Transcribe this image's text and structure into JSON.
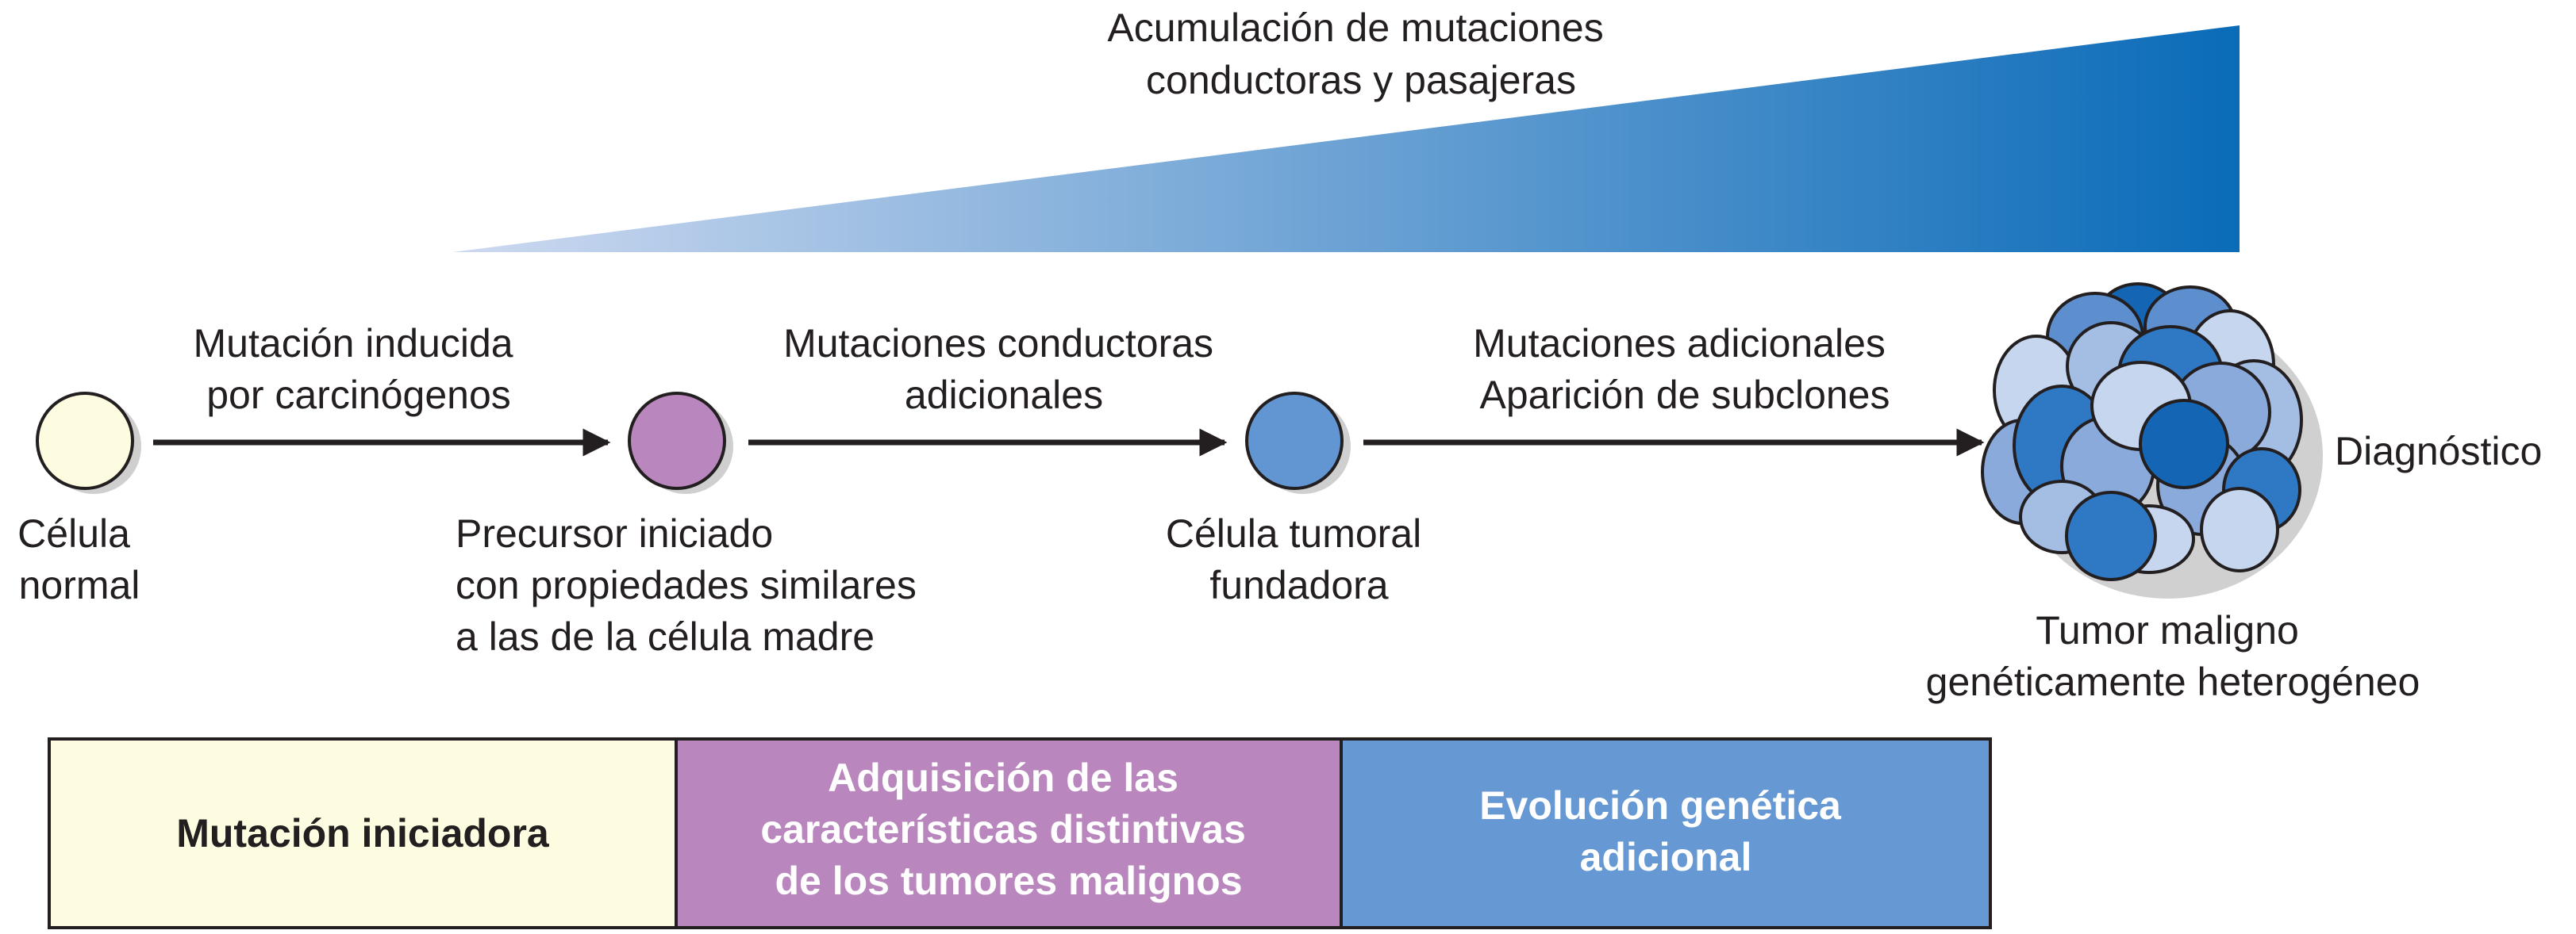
{
  "top_label": [
    "Acumulación de mutaciones",
    "conductoras y pasajeras"
  ],
  "arrows": [
    {
      "label": [
        "Mutación inducida",
        "por carcinógenos"
      ]
    },
    {
      "label": [
        "Mutaciones conductoras",
        "adicionales"
      ]
    },
    {
      "label": [
        "Mutaciones adicionales",
        "Aparición de subclones"
      ]
    }
  ],
  "cells": [
    {
      "label": [
        "Célula",
        "normal"
      ],
      "color": "#fefce0"
    },
    {
      "label": [
        "Precursor iniciado",
        "con propiedades similares",
        "a las de la célula madre"
      ],
      "color": "#b987bd"
    },
    {
      "label": [
        "Célula tumoral",
        "fundadora"
      ],
      "color": "#6196d3"
    }
  ],
  "tumor": {
    "label": [
      "Tumor maligno",
      "genéticamente heterogéneo"
    ],
    "side_label": "Diagnóstico",
    "colors": [
      "#c6d6ee",
      "#a3bde3",
      "#8aaadc",
      "#5d8fcf",
      "#2f78c4",
      "#1565b5"
    ]
  },
  "stages": [
    {
      "label": [
        "Mutación iniciadora"
      ],
      "color": "#fefce0",
      "text_color": "#231f20"
    },
    {
      "label": [
        "Adquisición de las",
        "características distintivas",
        "de los tumores malignos"
      ],
      "color": "#b987bd",
      "text_color": "#ffffff"
    },
    {
      "label": [
        "Evolución genética",
        "adicional"
      ],
      "color": "#6699d3",
      "text_color": "#ffffff"
    }
  ],
  "gradient": {
    "start_color": "#cdd9f0",
    "end_color": "#0a6bb8"
  }
}
